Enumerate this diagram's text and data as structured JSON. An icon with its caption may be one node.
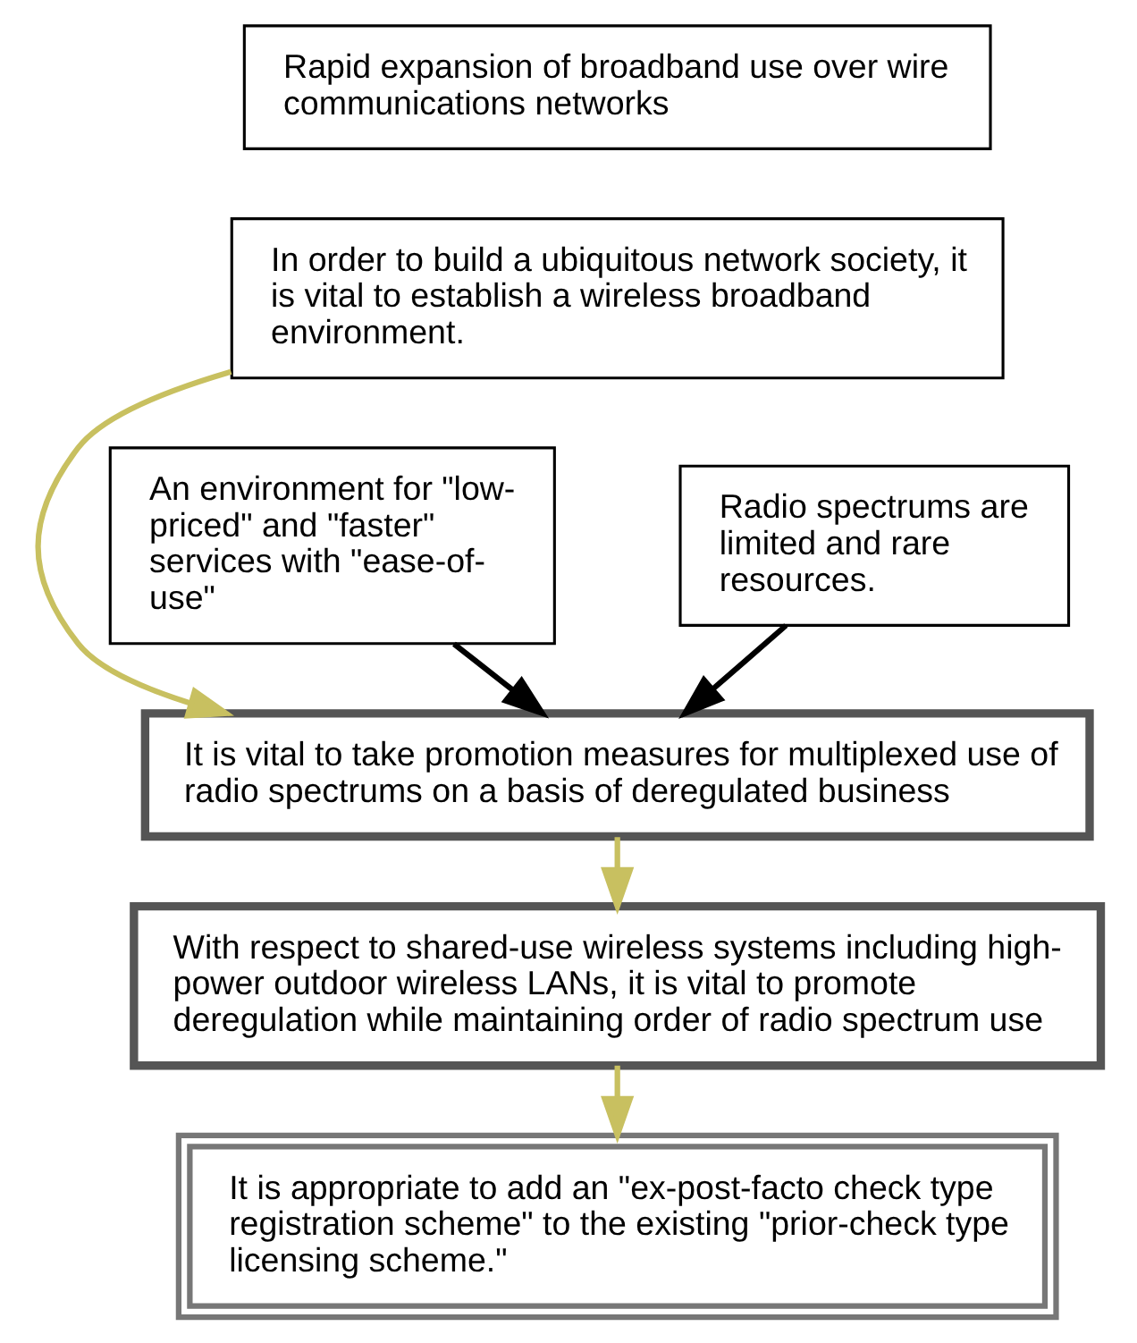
{
  "diagram": {
    "nodes": [
      {
        "text": [
          "Rapid expansion of broadband use over wire communications networks"
        ]
      },
      {
        "text": [
          "In order to build a ubiquitous network society, it is vital to establish a wireless broadband environment."
        ]
      },
      {
        "text": [
          "An environment for \"low-priced\" and \"faster\" services with \"ease-of-use\""
        ]
      },
      {
        "text": [
          "Radio spectrums are limited and rare resources."
        ]
      },
      {
        "text": [
          "It is vital to take promotion measures for multiplexed use of radio spectrums on a basis of deregulated business"
        ]
      },
      {
        "text": [
          "With respect to shared-use wireless systems including high-power outdoor wireless LANs, it is vital to promote deregulation while maintaining order of radio spectrum use"
        ]
      },
      {
        "text": [
          "It is appropriate to add an \"ex-post-facto check type registration scheme\" to the existing \"prior-check type licensing scheme.\""
        ]
      }
    ],
    "edges": [
      {
        "from": 1,
        "to": 4,
        "arrow": "to"
      },
      {
        "from": 2,
        "to": 4,
        "arrow": "to",
        "color": "#000000"
      },
      {
        "from": 3,
        "to": 4,
        "arrow": "to",
        "color": "#000000"
      },
      {
        "from": 4,
        "to": 5,
        "arrow": "to"
      },
      {
        "from": 5,
        "to": 6,
        "arrow": "to"
      }
    ]
  }
}
